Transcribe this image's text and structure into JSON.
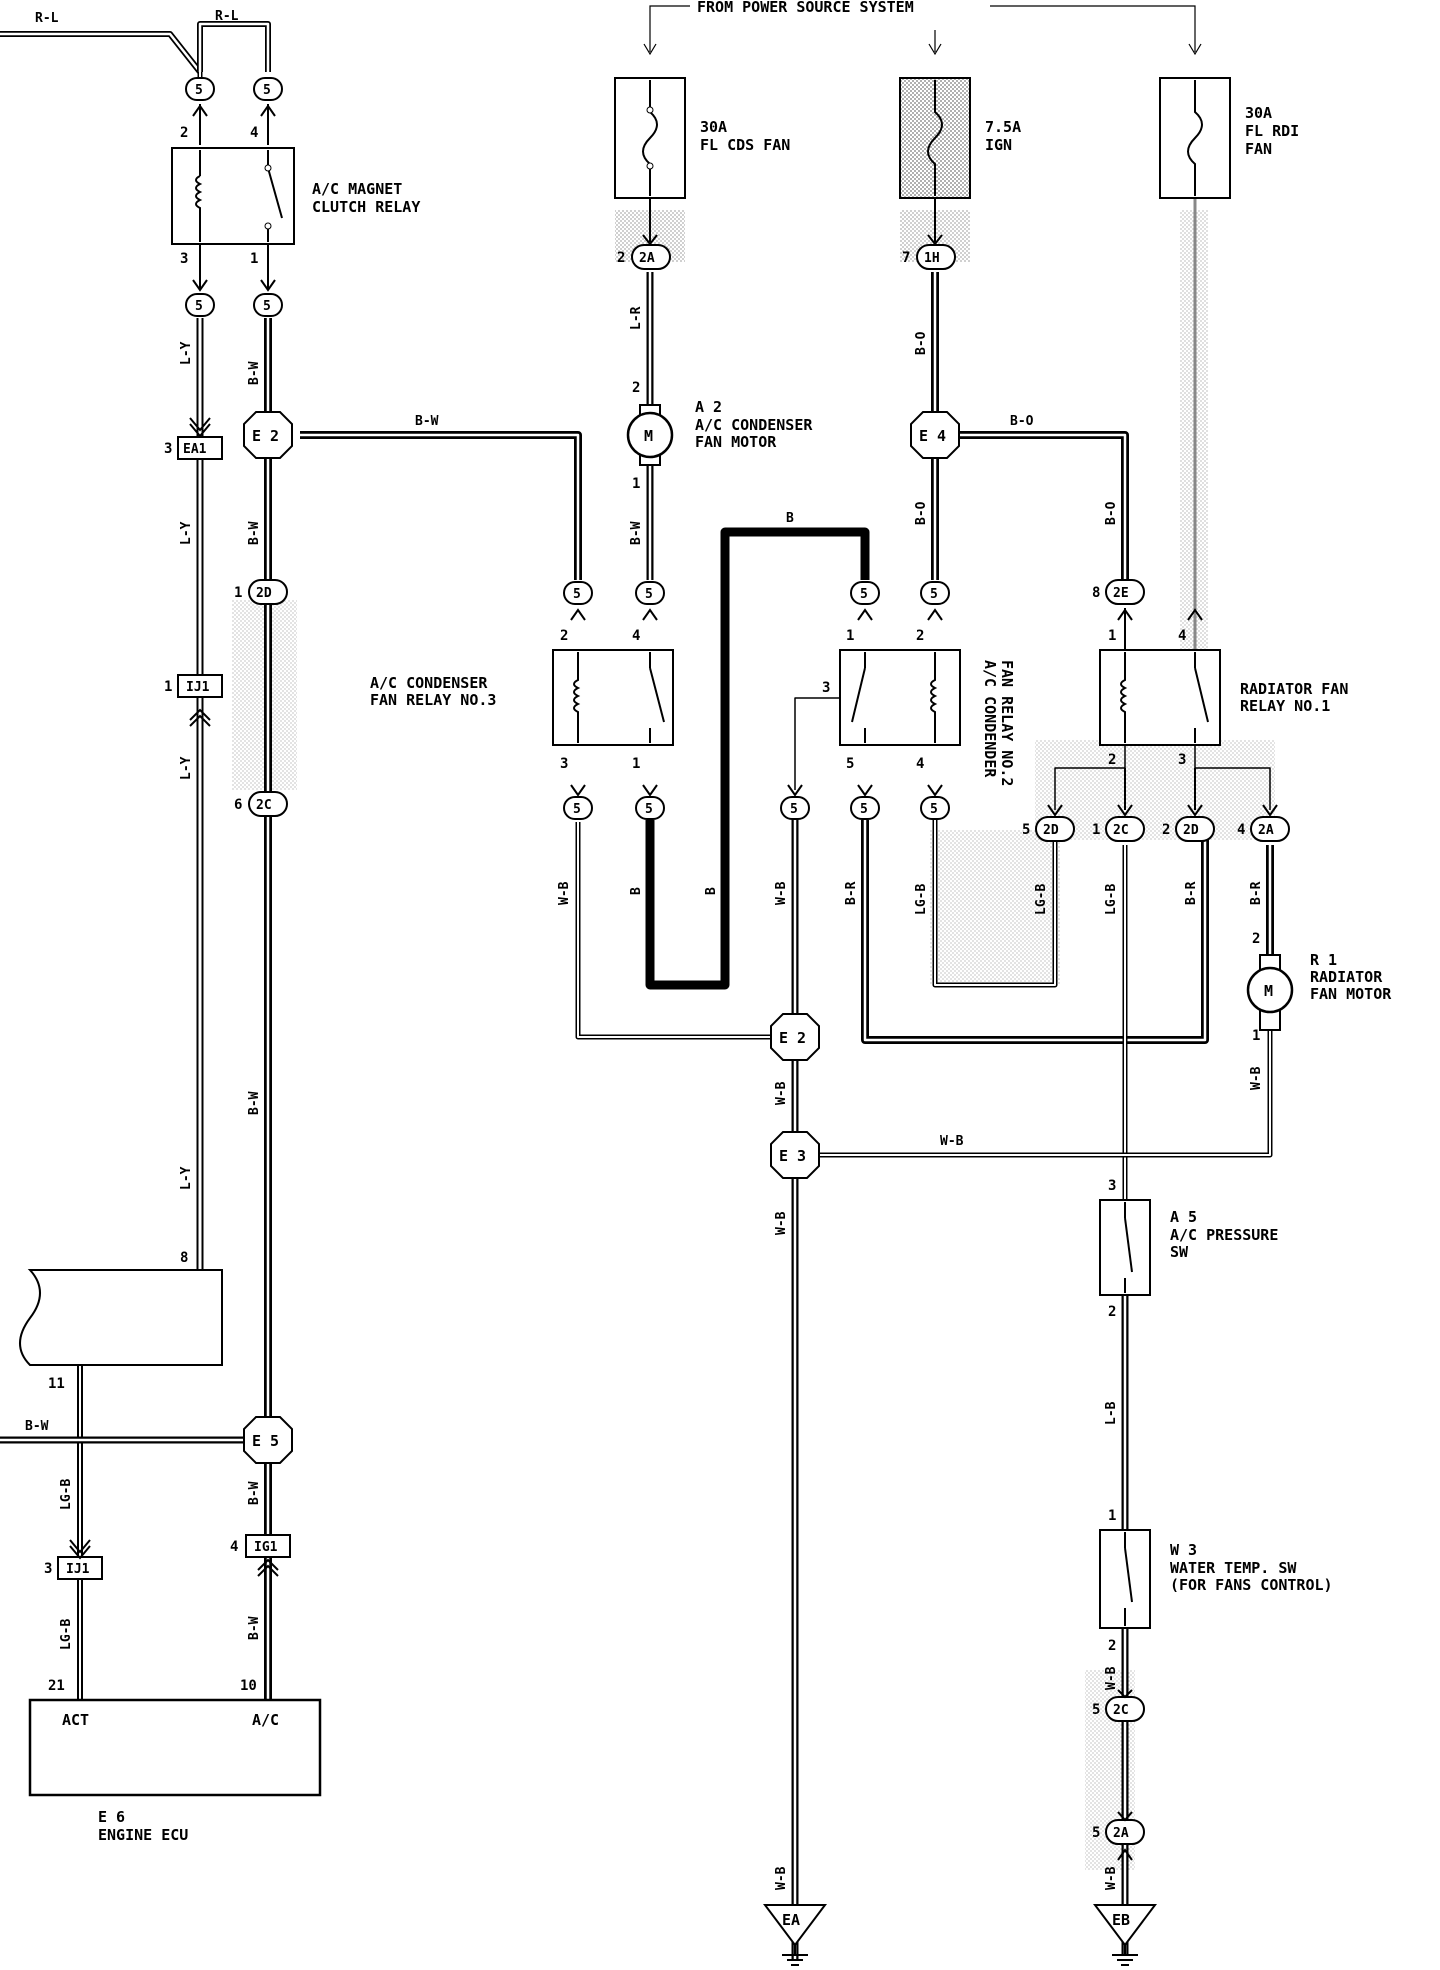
{
  "header": {
    "source": "FROM POWER SOURCE SYSTEM"
  },
  "wires": {
    "rl_1": "R-L",
    "rl_2": "R-L",
    "ly_1": "L-Y",
    "ly_2": "L-Y",
    "ly_3": "L-Y",
    "ly_4": "L-Y",
    "bw_1": "B-W",
    "bw_2": "B-W",
    "bw_3": "B-W",
    "bw_4": "B-W",
    "bw_5": "B-W",
    "bw_6": "B-W",
    "bw_7": "B-W",
    "bw_8": "B-W",
    "lr": "L-R",
    "bo_1": "B-O",
    "bo_2": "B-O",
    "bo_3": "B-O",
    "bo_4": "B-O",
    "b_1": "B",
    "b_2": "B",
    "b_3": "B",
    "wb_1": "W-B",
    "wb_2": "W-B",
    "wb_3": "W-B",
    "wb_4": "W-B",
    "wb_5": "W-B",
    "wb_6": "W-B",
    "wb_7": "W-B",
    "wb_8": "W-B",
    "br_1": "B-R",
    "br_2": "B-R",
    "br_3": "B-R",
    "lgb_1": "LG-B",
    "lgb_2": "LG-B",
    "lgb_3": "LG-B",
    "lgb_4": "LG-B",
    "lgb_5": "LG-B",
    "lb": "L-B"
  },
  "fuses": [
    {
      "rating": "30A",
      "name": "FL CDS FAN"
    },
    {
      "rating": "7.5A",
      "name": "IGN"
    },
    {
      "rating": "30A",
      "name": "FL RDI",
      "name2": "FAN"
    }
  ],
  "components": {
    "mag_relay": {
      "line1": "A/C MAGNET",
      "line2": "CLUTCH RELAY"
    },
    "cond_motor": {
      "code": "A 2",
      "line1": "A/C CONDENSER",
      "line2": "FAN MOTOR"
    },
    "relay3": {
      "line1": "A/C CONDENSER",
      "line2": "FAN RELAY NO.3"
    },
    "relay2": {
      "line1": "A/C CONDENDER",
      "line2": "FAN RELAY NO.2"
    },
    "rad_relay": {
      "line1": "RADIATOR FAN",
      "line2": "RELAY NO.1"
    },
    "rad_motor": {
      "code": "R 1",
      "line1": "RADIATOR",
      "line2": "FAN MOTOR"
    },
    "pressure_sw": {
      "code": "A 5",
      "line1": "A/C PRESSURE",
      "line2": "SW"
    },
    "water_sw": {
      "code": "W 3",
      "line1": "WATER TEMP. SW",
      "line2": "(FOR FANS CONTROL)"
    },
    "ecu": {
      "code": "E 6",
      "name": "ENGINE ECU",
      "act": "ACT",
      "ac": "A/C"
    }
  },
  "junctions": {
    "e2": "E 2",
    "e4": "E 4",
    "e5": "E 5",
    "e2b": "E 2",
    "e3": "E 3"
  },
  "connectors": {
    "c5": "5",
    "c2a": "2A",
    "c1h": "1H",
    "c2d": "2D",
    "c2c": "2C",
    "c2e": "2E",
    "ea1": "EA1",
    "ij1": "IJ1",
    "ig1": "IG1",
    "ea": "EA",
    "eb": "EB"
  },
  "pins": {
    "p1": "1",
    "p2": "2",
    "p3": "3",
    "p4": "4",
    "p5": "5",
    "p6": "6",
    "p7": "7",
    "p8": "8",
    "p10": "10",
    "p11": "11",
    "p21": "21"
  }
}
